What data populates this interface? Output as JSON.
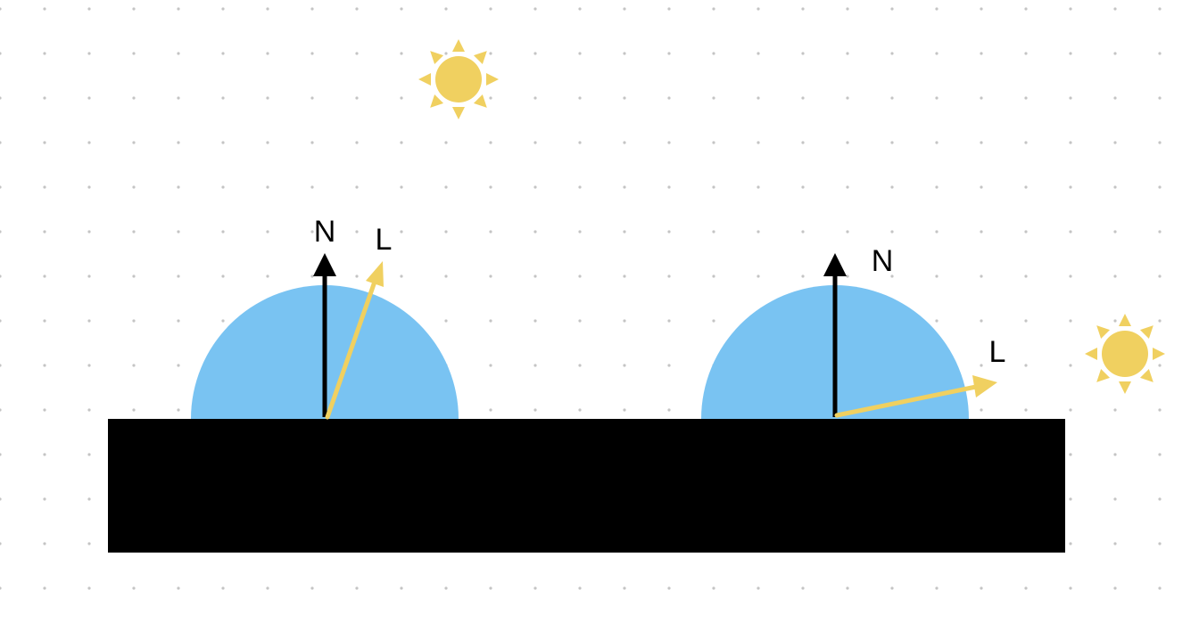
{
  "colors": {
    "background": "#ffffff",
    "grid_dot": "#c4c4c4",
    "surface": "#000000",
    "hemisphere": "#79c3f2",
    "normal_vector": "#000000",
    "light_vector": "#f0d060",
    "sun": "#f0d060"
  },
  "icons": {
    "light_source": "sun-icon",
    "normal": "arrow-up-icon",
    "light_direction": "arrow-icon"
  },
  "diagram": {
    "left": {
      "normal_label": "N",
      "light_label": "L"
    },
    "right": {
      "normal_label": "N",
      "light_label": "L"
    }
  }
}
